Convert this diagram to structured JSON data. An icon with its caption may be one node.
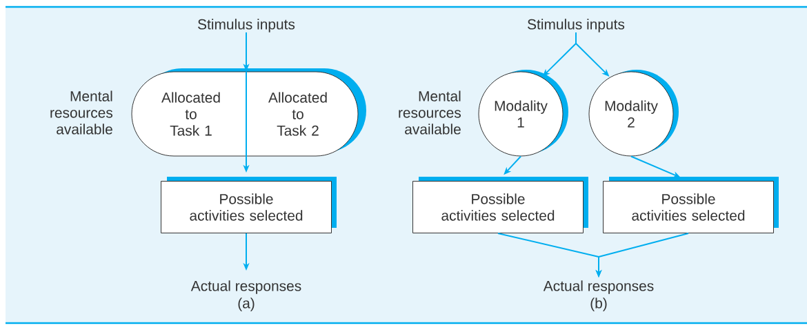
{
  "diagram": {
    "nodes": [
      {
        "text": [
          "Stimulus inputs"
        ]
      },
      {
        "text": [
          "Allocated to Task 1",
          "Allocated to Task 2"
        ]
      },
      {
        "text": [
          "Possible activities selected"
        ]
      },
      {
        "text": [
          "Actual responses"
        ]
      },
      {
        "text": [
          "Stimulus inputs"
        ]
      },
      {
        "text": [
          "Modality 1"
        ]
      },
      {
        "text": [
          "Modality 2"
        ]
      },
      {
        "text": [
          "Possible activities selected"
        ]
      },
      {
        "text": [
          "Possible activities selected"
        ]
      },
      {
        "text": [
          "Actual responses"
        ]
      }
    ],
    "edges": [
      {
        "from": 0,
        "to": 1,
        "arrow": "to"
      },
      {
        "from": 1,
        "to": 2,
        "arrow": "to"
      },
      {
        "from": 2,
        "to": 3,
        "arrow": "to"
      },
      {
        "from": 4,
        "to": 5,
        "arrow": "to"
      },
      {
        "from": 4,
        "to": 6,
        "arrow": "to"
      },
      {
        "from": 5,
        "to": 7,
        "arrow": "to"
      },
      {
        "from": 6,
        "to": 8,
        "arrow": "to"
      },
      {
        "from": 7,
        "to": 9,
        "arrow": "to"
      },
      {
        "from": 8,
        "to": 9,
        "arrow": "to"
      }
    ],
    "labels": [
      "Mental resources available",
      "Mental resources available",
      "(a)",
      "(b)"
    ]
  }
}
